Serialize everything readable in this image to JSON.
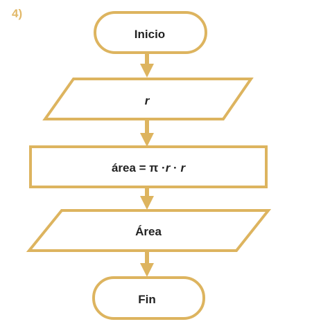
{
  "diagram": {
    "label": "4)",
    "colors": {
      "stroke": "#ddb45f",
      "label": "#e2b96a",
      "text": "#222222",
      "fill": "#ffffff"
    },
    "nodes": [
      {
        "id": "start",
        "shape": "terminator",
        "text": "Inicio"
      },
      {
        "id": "input",
        "shape": "parallelogram",
        "text": "r"
      },
      {
        "id": "process",
        "shape": "rectangle",
        "text_parts": [
          "área = π  ",
          "·",
          "r",
          " · ",
          "r"
        ]
      },
      {
        "id": "output",
        "shape": "parallelogram",
        "text": "Área"
      },
      {
        "id": "end",
        "shape": "terminator",
        "text": "Fin"
      }
    ],
    "edges": [
      {
        "from": "start",
        "to": "input"
      },
      {
        "from": "input",
        "to": "process"
      },
      {
        "from": "process",
        "to": "output"
      },
      {
        "from": "output",
        "to": "end"
      }
    ]
  }
}
